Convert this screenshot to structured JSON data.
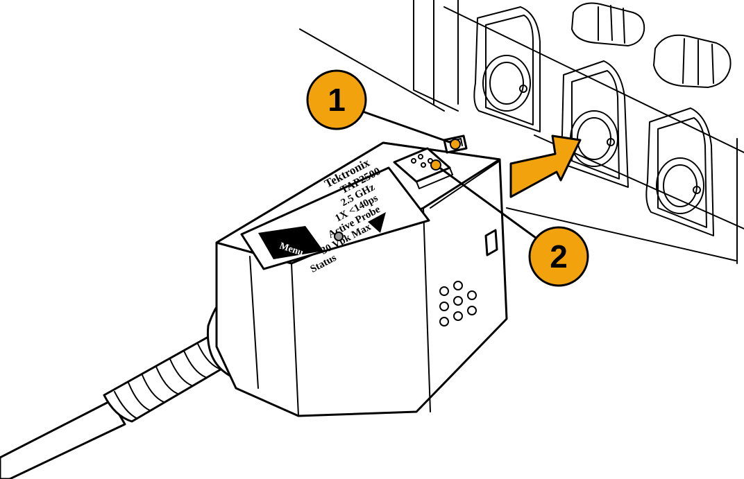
{
  "colors": {
    "callout_fill": "#f2a20c",
    "arrow_fill": "#f2a20c",
    "line": "#000000",
    "background": "#ffffff"
  },
  "callouts": [
    {
      "number": "1"
    },
    {
      "number": "2"
    }
  ],
  "probe_label": {
    "brand": "Tektronix",
    "model": "TAP2500",
    "spec_1": "2.5 GHz",
    "spec_2": "1X <140ps",
    "spec_3": "Active Probe",
    "spec_4": "30 Vpk Max",
    "status": "Status",
    "menu_button": "Menu"
  },
  "icons": {
    "arrow": "insert-direction-arrow",
    "warning": "warning-triangle-icon"
  }
}
